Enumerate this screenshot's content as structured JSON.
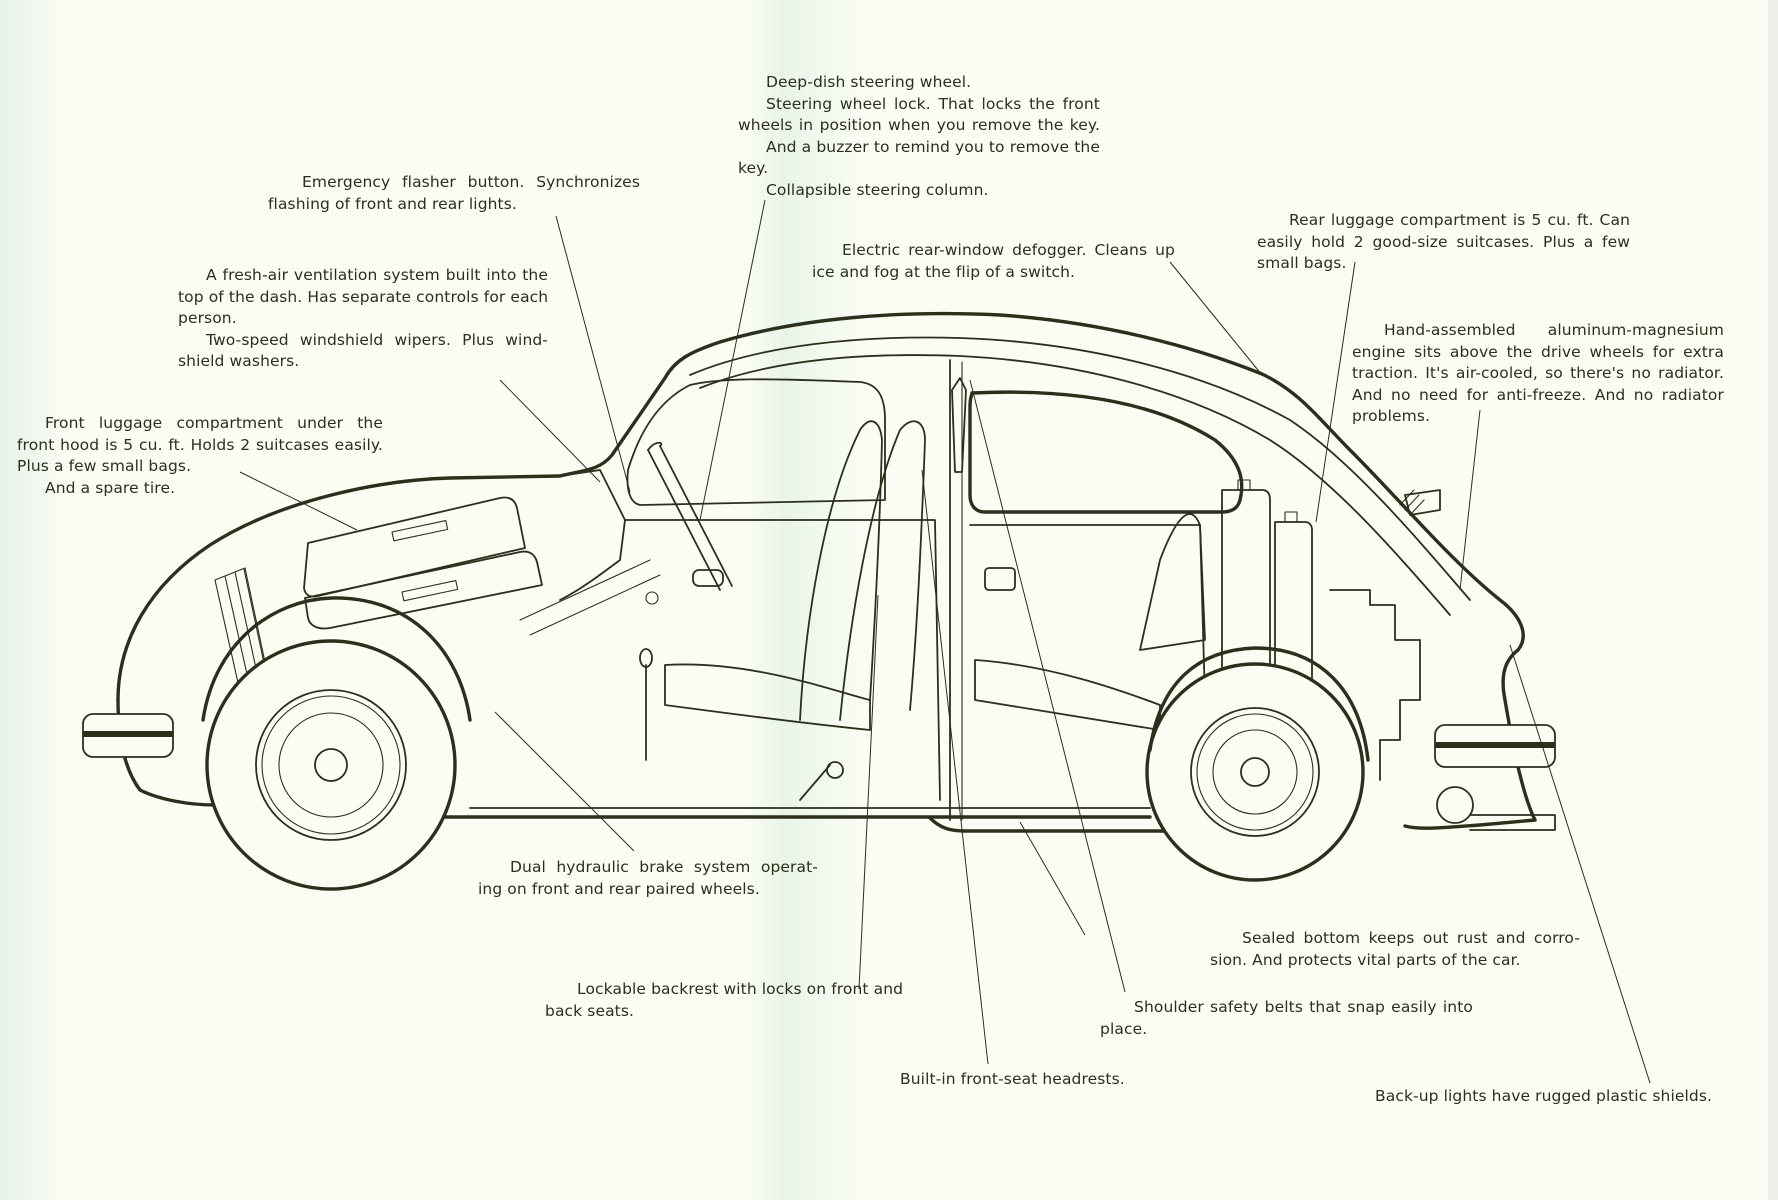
{
  "page": {
    "type": "annotated cutaway illustration",
    "subject": "car side-view cutaway",
    "colors": {
      "background": "#fbfdf3",
      "ink": "#2b2f1c"
    }
  },
  "callouts": [
    {
      "id": "steering",
      "lines": [
        "Deep-dish steering wheel.",
        "Steering wheel lock. That locks the front",
        "wheels in position when you remove the key.",
        "And a buzzer to remind you to remove the",
        "key.",
        "Collapsible steering column."
      ]
    },
    {
      "id": "flasher",
      "lines": [
        "Emergency flasher button. Synchronizes",
        "flashing of front and rear lights."
      ]
    },
    {
      "id": "ventilation",
      "lines": [
        "A fresh-air ventilation system built into the",
        "top of the dash. Has separate controls for each",
        "person.",
        "Two-speed windshield wipers. Plus wind-",
        "shield washers."
      ]
    },
    {
      "id": "front-luggage",
      "lines": [
        "Front luggage compartment under the",
        "front hood is 5 cu. ft. Holds 2 suitcases easily.",
        "Plus a few small bags.",
        "And a spare tire."
      ]
    },
    {
      "id": "defogger",
      "lines": [
        "Electric rear-window defogger. Cleans up",
        "ice and fog at the flip of a switch."
      ]
    },
    {
      "id": "rear-luggage",
      "lines": [
        "Rear luggage compartment is 5 cu. ft. Can",
        "easily hold 2 good-size suitcases. Plus a few",
        "small bags."
      ]
    },
    {
      "id": "engine",
      "lines": [
        "Hand-assembled aluminum-magnesium",
        "engine sits above the drive wheels for extra",
        "traction. It's air-cooled, so there's no radiator.",
        "And no need for anti-freeze. And no radiator",
        "problems."
      ]
    },
    {
      "id": "brakes",
      "lines": [
        "Dual hydraulic brake system operat-",
        "ing on front and rear paired wheels."
      ]
    },
    {
      "id": "backrest",
      "lines": [
        "Lockable backrest with locks on front and",
        "back seats."
      ]
    },
    {
      "id": "sealed-bottom",
      "lines": [
        "Sealed bottom keeps out rust and corro-",
        "sion. And protects vital parts of the car."
      ]
    },
    {
      "id": "belts",
      "lines": [
        "Shoulder safety belts that snap easily into",
        "place."
      ]
    },
    {
      "id": "headrests",
      "lines": [
        "Built-in front-seat headrests."
      ]
    },
    {
      "id": "backup-lights",
      "lines": [
        "Back-up lights have rugged plastic shields."
      ]
    }
  ]
}
